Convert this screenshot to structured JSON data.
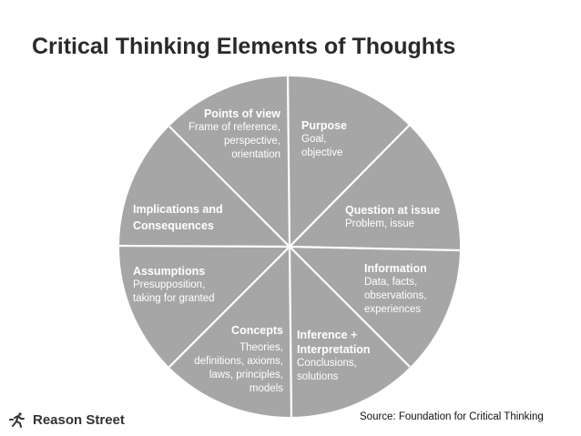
{
  "title": "Critical Thinking Elements of Thoughts",
  "colors": {
    "wedge": "#a6a6a6",
    "divider": "#ffffff",
    "text": "#ffffff"
  },
  "segments": [
    {
      "head": "Points of view",
      "sub": "Frame of reference,\nperspective,\norientation"
    },
    {
      "head": "Purpose",
      "sub": "Goal,\nobjective"
    },
    {
      "head": "Question at issue",
      "sub": "Problem, issue"
    },
    {
      "head": "Information",
      "sub": "Data, facts,\nobservations,\nexperiences"
    },
    {
      "head": "Inference +\nInterpretation",
      "sub": "Conclusions,\nsolutions"
    },
    {
      "head": "Concepts",
      "sub": "Theories,\ndefinitions, axioms,\nlaws, principles,\nmodels"
    },
    {
      "head": "Assumptions",
      "sub": "Presupposition,\ntaking for granted"
    },
    {
      "head": "Implications and\nConsequences",
      "sub": ""
    }
  ],
  "footer": {
    "logo_text": "Reason Street",
    "logo_icon": "running-figure-icon",
    "source": "Source: Foundation for Critical Thinking"
  }
}
